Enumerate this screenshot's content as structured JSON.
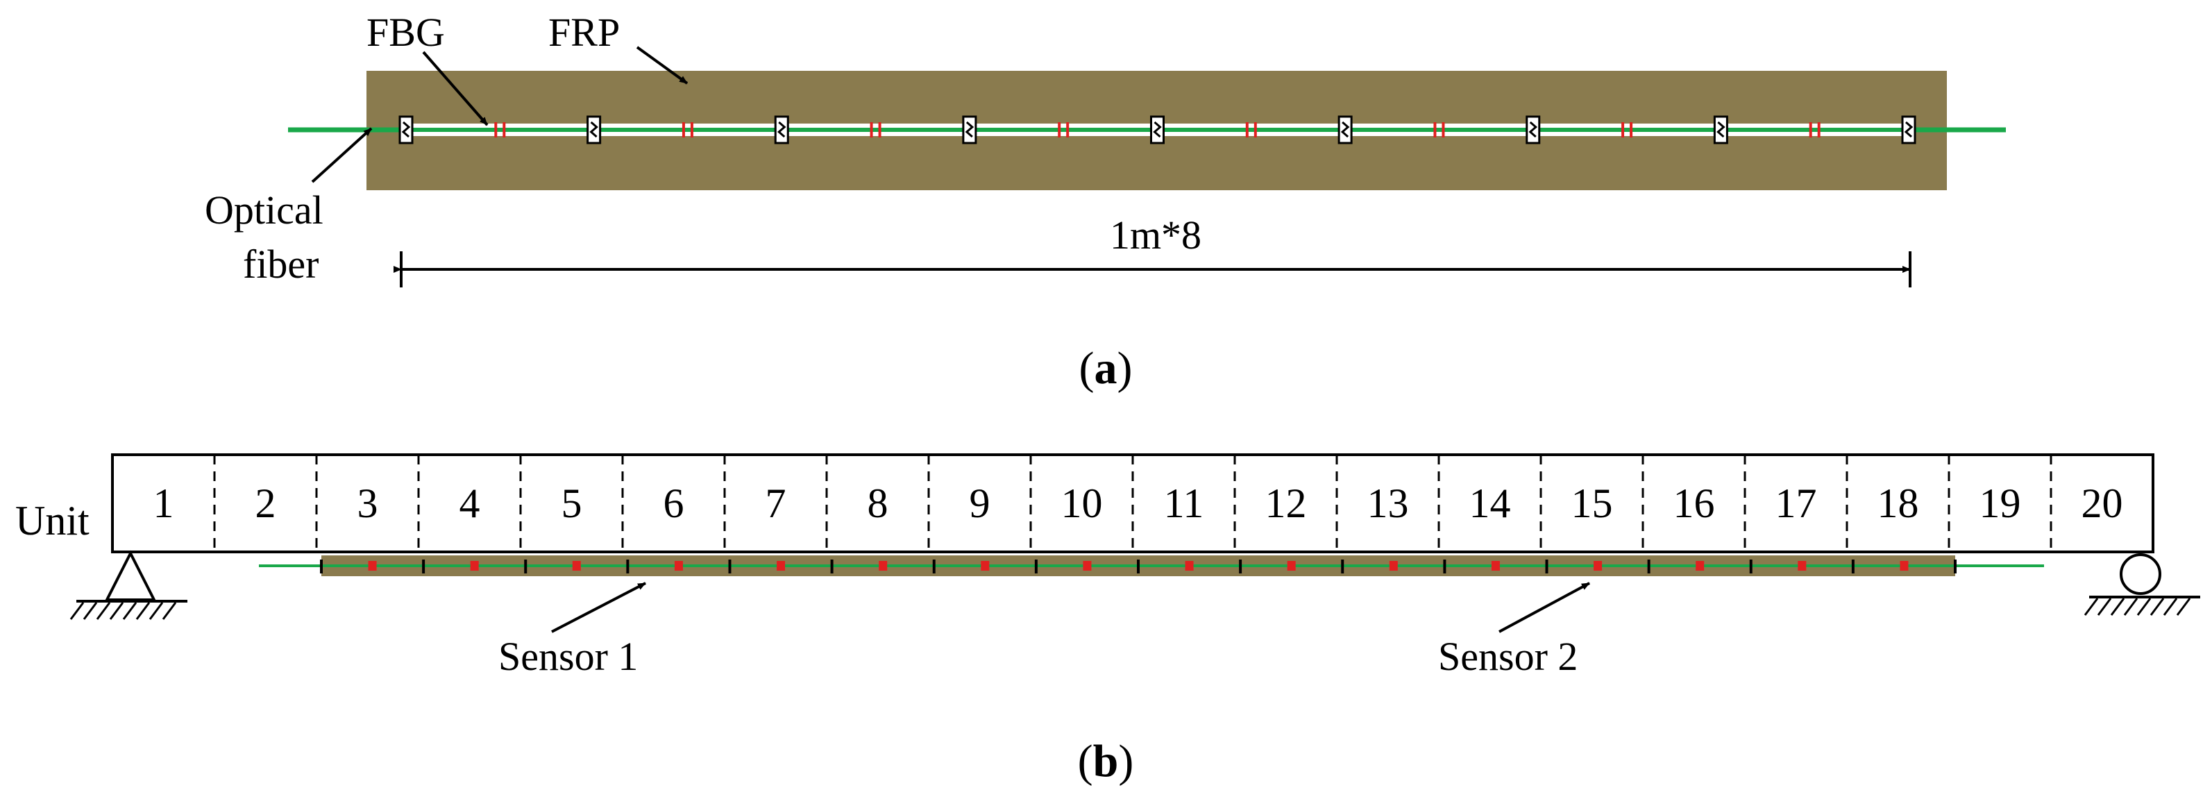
{
  "panel_a": {
    "label_fbg": "FBG",
    "label_frp": "FRP",
    "label_optical_line1": "Optical",
    "label_optical_line2": "fiber",
    "dimension": "1m*8",
    "caption_open": "(",
    "caption_letter": "a",
    "caption_close": ")"
  },
  "panel_b": {
    "unit_label": "Unit",
    "units": [
      "1",
      "2",
      "3",
      "4",
      "5",
      "6",
      "7",
      "8",
      "9",
      "10",
      "11",
      "12",
      "13",
      "14",
      "15",
      "16",
      "17",
      "18",
      "19",
      "20"
    ],
    "sensor1": "Sensor 1",
    "sensor2": "Sensor 2",
    "caption_open": "(",
    "caption_letter": "b",
    "caption_close": ")"
  },
  "colors": {
    "frp": "#8a7b4e",
    "fiber": "#1aa84a",
    "fbg": "#e02020",
    "line": "#000000"
  },
  "icons": [
    "arrow-icon",
    "pin-support-icon",
    "roller-support-icon"
  ]
}
